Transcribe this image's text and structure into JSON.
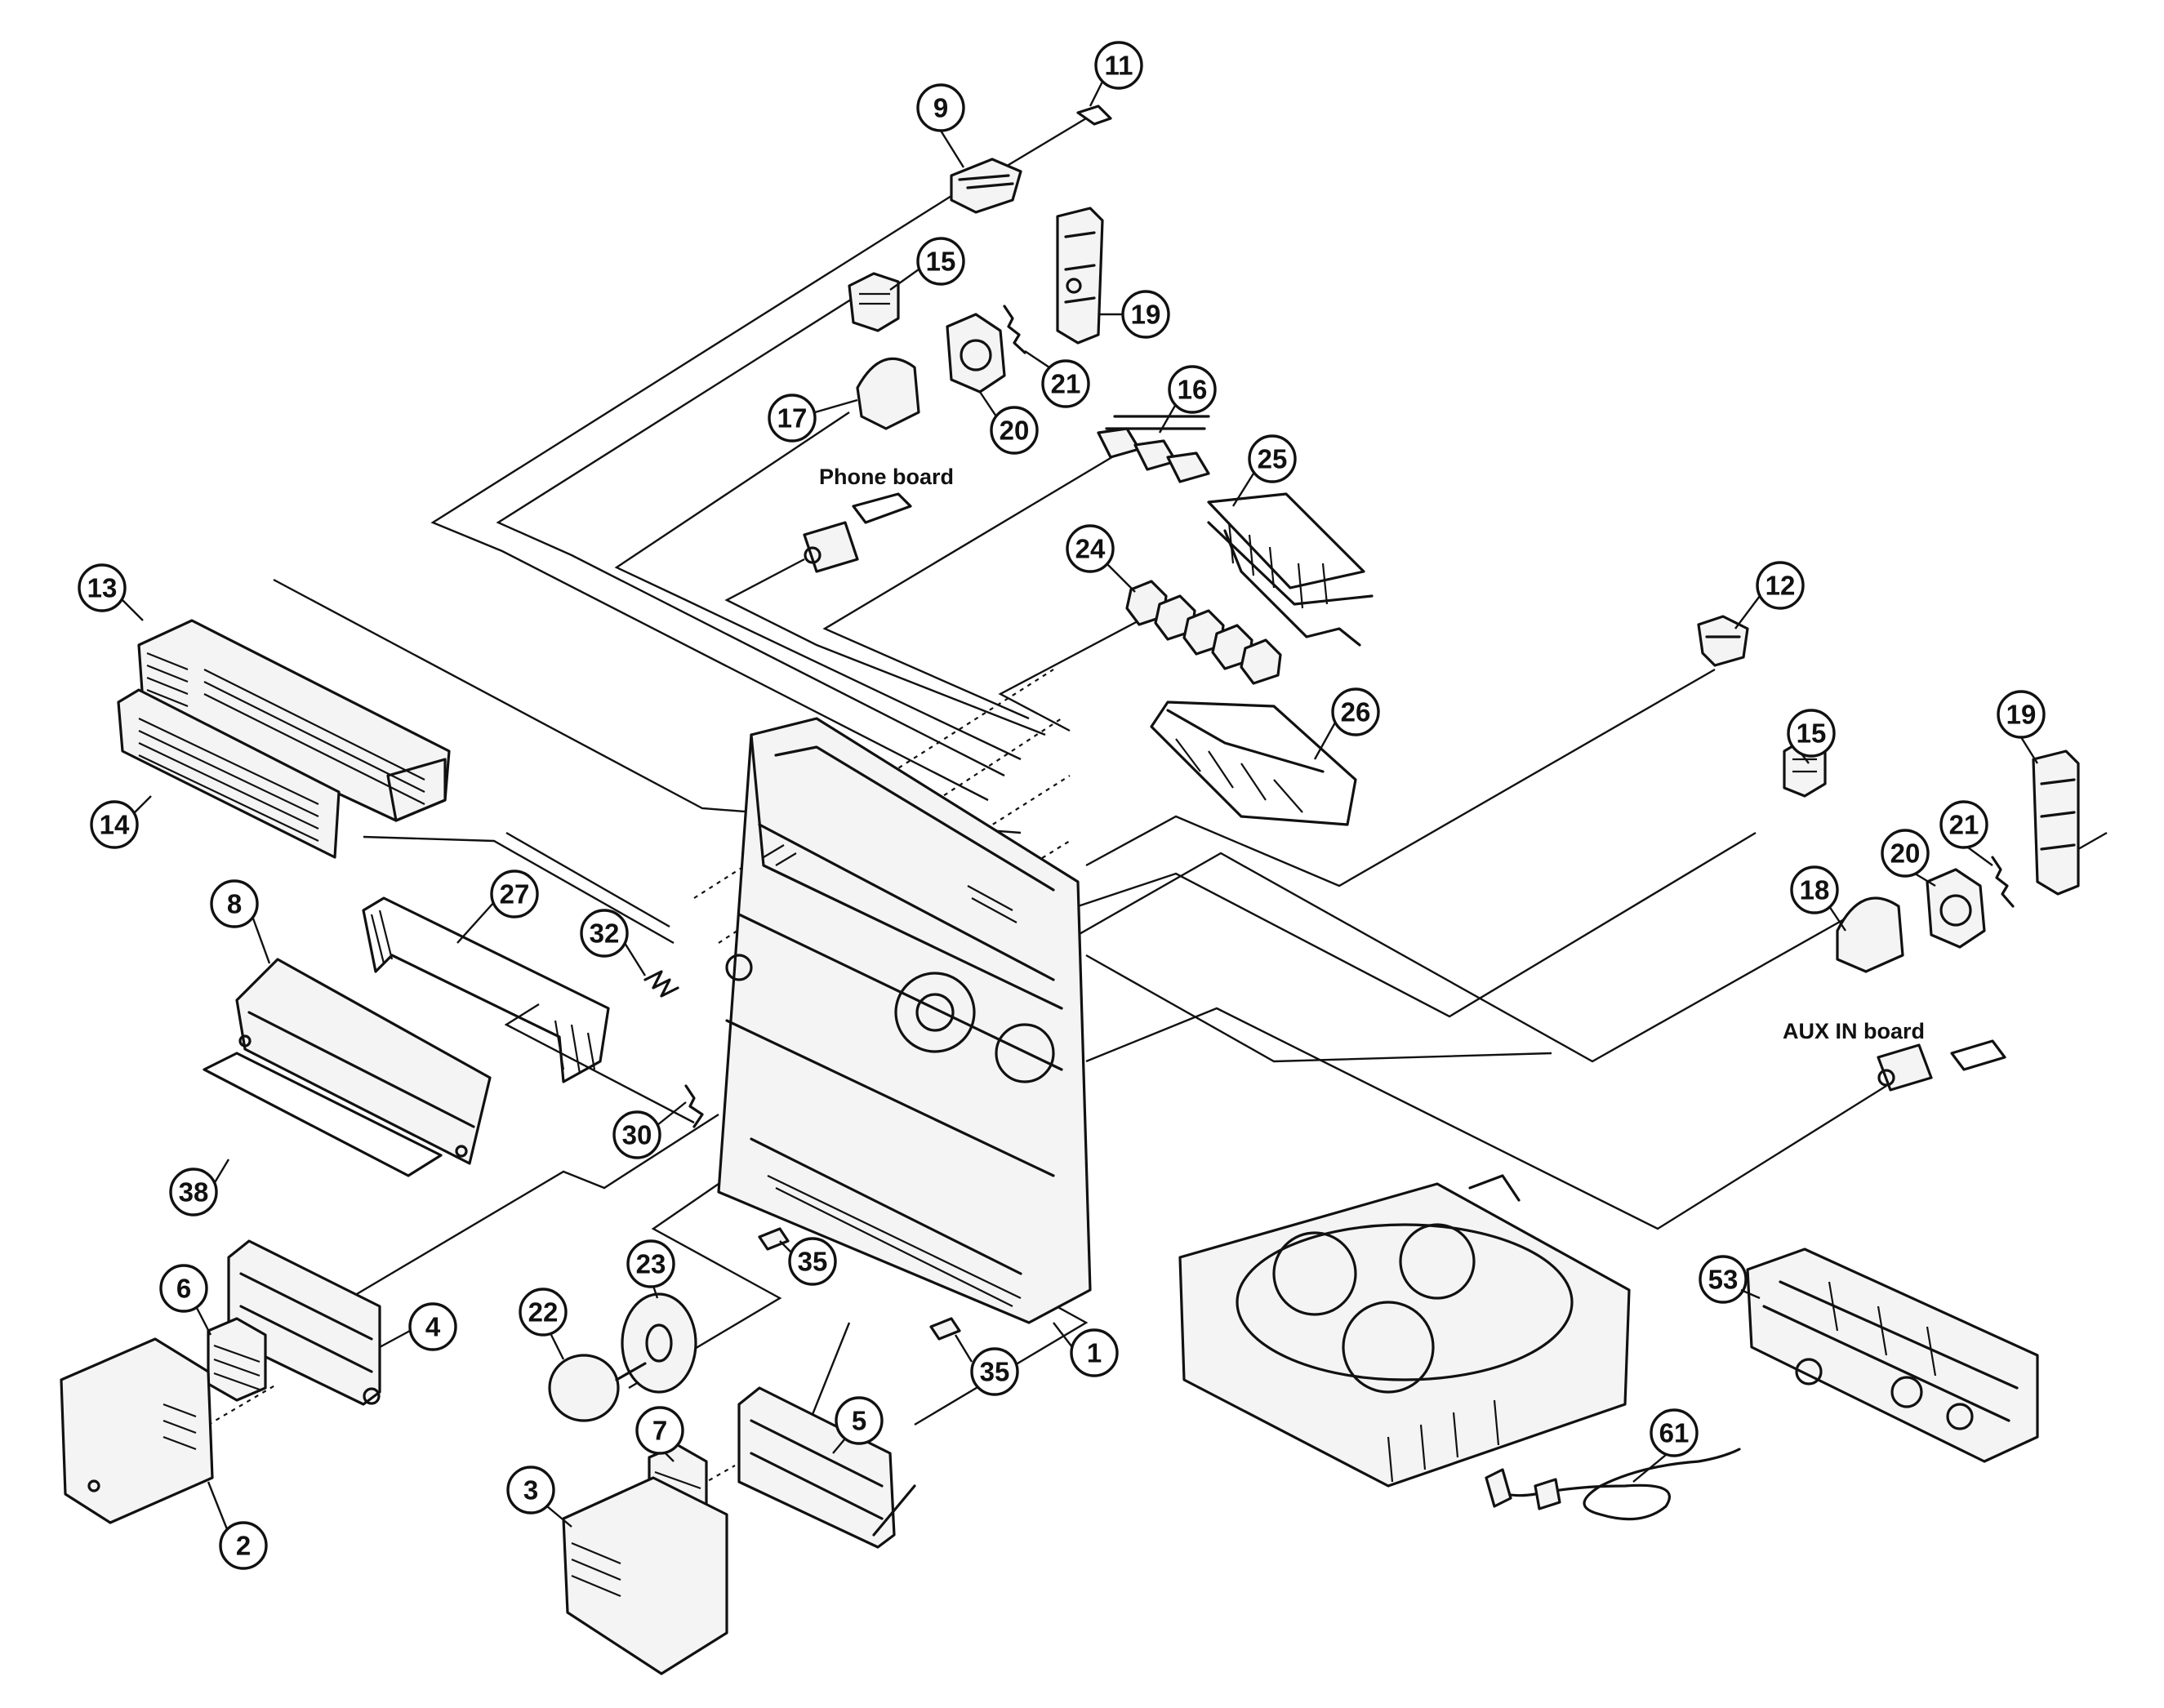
{
  "callouts": [
    {
      "id": "c11",
      "label": "11"
    },
    {
      "id": "c9",
      "label": "9"
    },
    {
      "id": "c15a",
      "label": "15"
    },
    {
      "id": "c19a",
      "label": "19"
    },
    {
      "id": "c21a",
      "label": "21"
    },
    {
      "id": "c16",
      "label": "16"
    },
    {
      "id": "c17",
      "label": "17"
    },
    {
      "id": "c20a",
      "label": "20"
    },
    {
      "id": "c25",
      "label": "25"
    },
    {
      "id": "c24",
      "label": "24"
    },
    {
      "id": "c13",
      "label": "13"
    },
    {
      "id": "c12",
      "label": "12"
    },
    {
      "id": "c26",
      "label": "26"
    },
    {
      "id": "c14",
      "label": "14"
    },
    {
      "id": "c15b",
      "label": "15"
    },
    {
      "id": "c19b",
      "label": "19"
    },
    {
      "id": "c8",
      "label": "8"
    },
    {
      "id": "c27",
      "label": "27"
    },
    {
      "id": "c32",
      "label": "32"
    },
    {
      "id": "c21b",
      "label": "21"
    },
    {
      "id": "c20b",
      "label": "20"
    },
    {
      "id": "c18",
      "label": "18"
    },
    {
      "id": "c30",
      "label": "30"
    },
    {
      "id": "c38",
      "label": "38"
    },
    {
      "id": "c6",
      "label": "6"
    },
    {
      "id": "c23",
      "label": "23"
    },
    {
      "id": "c35a",
      "label": "35"
    },
    {
      "id": "c53",
      "label": "53"
    },
    {
      "id": "c22",
      "label": "22"
    },
    {
      "id": "c4",
      "label": "4"
    },
    {
      "id": "c1",
      "label": "1"
    },
    {
      "id": "c35b",
      "label": "35"
    },
    {
      "id": "c5",
      "label": "5"
    },
    {
      "id": "c7",
      "label": "7"
    },
    {
      "id": "c3",
      "label": "3"
    },
    {
      "id": "c2",
      "label": "2"
    },
    {
      "id": "c61",
      "label": "61"
    }
  ],
  "boards": {
    "phone": "Phone board",
    "aux_in": "AUX IN board"
  }
}
